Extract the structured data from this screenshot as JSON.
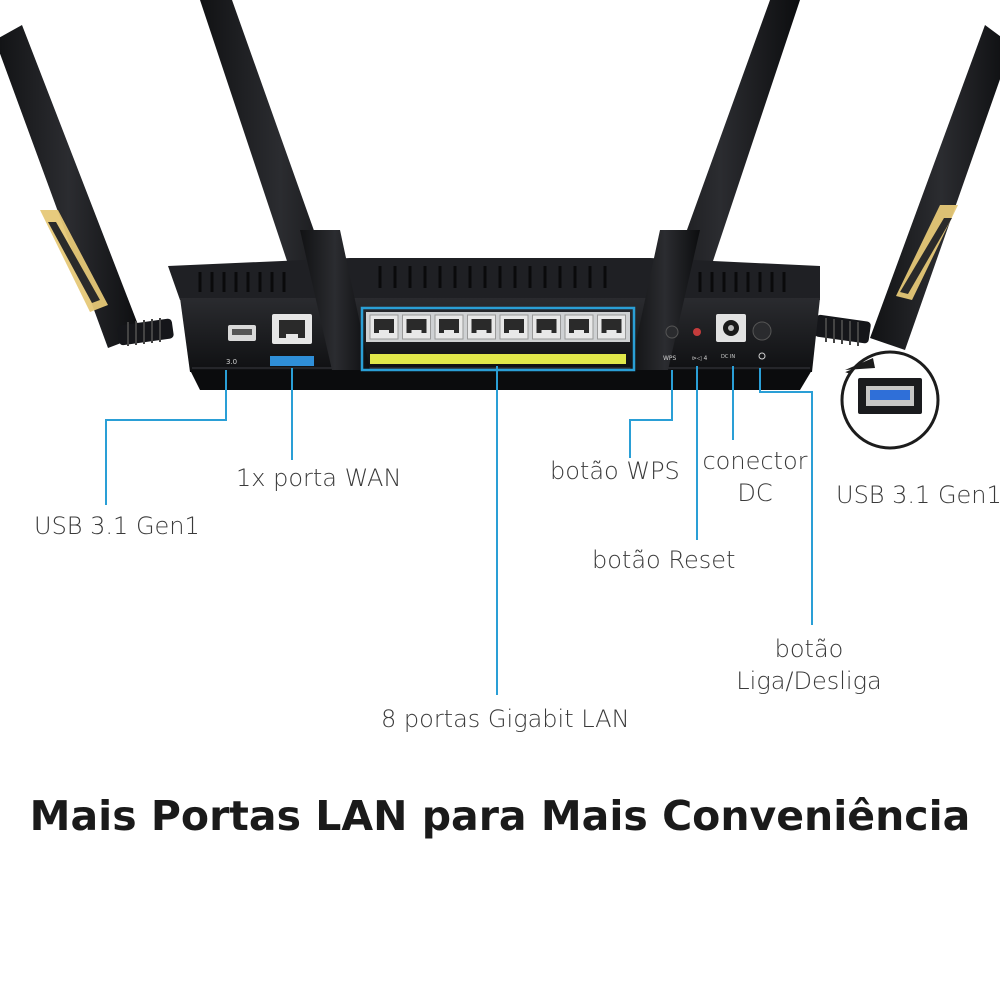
{
  "labels": {
    "usb_left": "USB 3.1 Gen1",
    "wan": "1x porta WAN",
    "wps": "botão WPS",
    "dc_line1": "conector",
    "dc_line2": "DC",
    "usb_right": "USB 3.1 Gen1",
    "reset": "botão Reset",
    "power_line1": "botão",
    "power_line2": "Liga/Desliga",
    "lan": "8 portas Gigabit LAN"
  },
  "headline": "Mais Portas LAN para Mais Conveniência",
  "device_marks": {
    "usb_version": "3.0",
    "wps_mark": "WPS",
    "reset_mark": "⊳◁ 4",
    "dc_mark": "DC IN"
  },
  "colors": {
    "leader_line": "#2a9fd6",
    "body": "#1b1c1f",
    "accent_gold": "#e6c877",
    "lan_strip": "#e1e84a",
    "wan_badge": "#2f8fd8"
  }
}
